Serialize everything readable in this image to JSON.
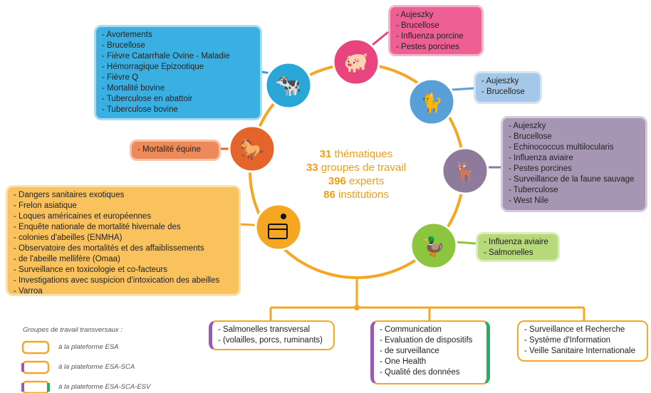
{
  "center": {
    "line1_num": "31",
    "line1_txt": "thématiques",
    "line2_num": "33",
    "line2_txt": "groupes de travail",
    "line3_num": "396",
    "line3_txt": "experts",
    "line4_num": "86",
    "line4_txt": "institutions"
  },
  "colors": {
    "ring": "#f5a623",
    "pig": "#e8457f",
    "pets": "#5aa0d8",
    "wildlife": "#8e7b9c",
    "poultry": "#8cc63f",
    "bees": "#f5a623",
    "horse": "#e5642a",
    "cattle": "#29a8d8"
  },
  "groups": {
    "cattle": {
      "icon": "cow-sheep-icon",
      "items": [
        "Avortements",
        "Brucellose",
        "Fièvre Catarrhale Ovine - Maladie",
        "Hémorragique Epizootique",
        "Fièvre Q",
        "Mortalité bovine",
        "Tuberculose en abattoir",
        "Tuberculose bovine"
      ]
    },
    "pig": {
      "icon": "pig-icon",
      "items": [
        "Aujeszky",
        "Brucellose",
        "Influenza porcine",
        "Pestes porcines"
      ]
    },
    "pets": {
      "icon": "cat-dog-icon",
      "items": [
        "Aujeszky",
        "Brucellose"
      ]
    },
    "horse": {
      "icon": "horse-icon",
      "items": [
        "Mortalité équine"
      ]
    },
    "wildlife": {
      "icon": "deer-bird-icon",
      "items": [
        "Aujeszky",
        "Brucellose",
        "Echinococcus multilocularis",
        "Influenza aviaire",
        "Pestes porcines",
        "Surveillance de la faune sauvage",
        "Tuberculose",
        "West Nile"
      ]
    },
    "bees": {
      "icon": "bee-hive-icon",
      "items": [
        "Dangers sanitaires exotiques",
        "Frelon asiatique",
        "Loques américaines et européennes",
        "Enquête nationale de mortalité hivernale des",
        "colonies d'abeilles (ENMHA)",
        "Observatoire des mortalités et des affaiblissements",
        "de l'abeille mellifère (Omaa)",
        "Surveillance en toxicologie et co-facteurs",
        "Investigations avec suspicion d'intoxication des abeilles",
        "Varroa"
      ]
    },
    "poultry": {
      "icon": "duck-chicken-icon",
      "items": [
        "Influenza aviaire",
        "Salmonelles"
      ]
    }
  },
  "transversal": {
    "box1": [
      "Salmonelles transversal",
      "(volailles, porcs, ruminants)"
    ],
    "box2": [
      "Communication",
      "Evaluation de dispositifs",
      "de surveillance",
      "One Health",
      "Qualité des données"
    ],
    "box3": [
      "Surveillance et Recherche",
      "Système d'Information",
      "Veille Sanitaire Internationale"
    ]
  },
  "legend": {
    "title": "Groupes de travail transversaux :",
    "esa": "à la plateforme ESA",
    "esa_sca": "à la plateforme ESA-SCA",
    "esa_sca_esv": "à la plateforme ESA-SCA-ESV"
  }
}
